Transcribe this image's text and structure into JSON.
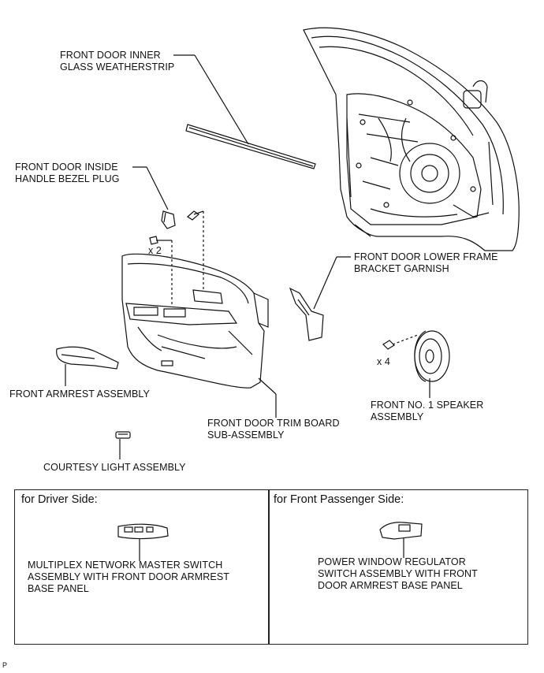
{
  "labels": {
    "inner_glass_weatherstrip": "FRONT DOOR INNER\nGLASS WEATHERSTRIP",
    "inside_handle_bezel_plug": "FRONT DOOR INSIDE\nHANDLE BEZEL PLUG",
    "qty_clips": "x 2",
    "lower_frame_bracket_garnish": "FRONT DOOR LOWER FRAME\nBRACKET GARNISH",
    "armrest_assembly": "FRONT ARMREST ASSEMBLY",
    "qty_speaker_screws": "x 4",
    "speaker_assembly": "FRONT NO. 1 SPEAKER\nASSEMBLY",
    "trim_board": "FRONT DOOR TRIM BOARD\nSUB-ASSEMBLY",
    "courtesy_light": "COURTESY LIGHT ASSEMBLY"
  },
  "variants": {
    "driver": {
      "heading": "for Driver Side:",
      "part": "MULTIPLEX NETWORK MASTER SWITCH\nASSEMBLY WITH FRONT DOOR ARMREST\nBASE PANEL"
    },
    "passenger": {
      "heading": "for Front Passenger Side:",
      "part": "POWER WINDOW REGULATOR\nSWITCH ASSEMBLY WITH FRONT\nDOOR ARMREST BASE PANEL"
    }
  },
  "footer": "P"
}
